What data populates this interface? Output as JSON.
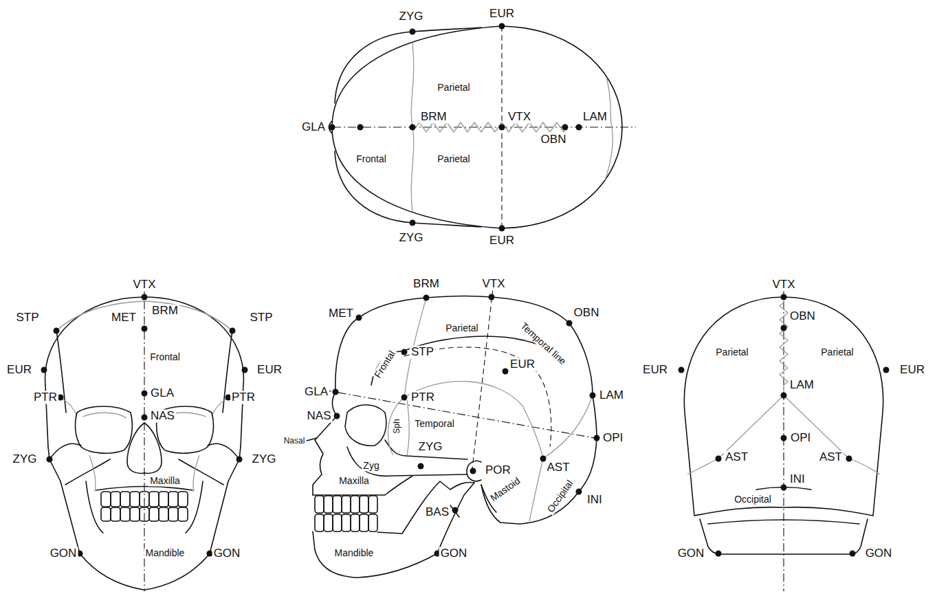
{
  "diagram": {
    "labels": [
      "ZYG",
      "EUR",
      "Parietal",
      "GLA",
      "BRM",
      "VTX",
      "LAM",
      "OBN",
      "Frontal",
      "Parietal",
      "ZYG",
      "EUR",
      "VTX",
      "MET",
      "BRM",
      "STP",
      "STP",
      "EUR",
      "Frontal",
      "EUR",
      "PTR",
      "GLA",
      "PTR",
      "NAS",
      "ZYG",
      "ZYG",
      "Maxilla",
      "GON",
      "Mandible",
      "GON",
      "BRM",
      "VTX",
      "MET",
      "OBN",
      "Parietal",
      "Frontal",
      "STP",
      "Temporal line",
      "EUR",
      "GLA",
      "PTR",
      "LAM",
      "NAS",
      "Temporal",
      "Sph",
      "OPI",
      "Nasal",
      "ZYG",
      "AST",
      "Zyg",
      "POR",
      "Mastoid",
      "Occipital",
      "Maxilla",
      "INI",
      "BAS",
      "Mandible",
      "GON",
      "VTX",
      "OBN",
      "EUR",
      "Parietal",
      "Parietal",
      "EUR",
      "LAM",
      "OPI",
      "AST",
      "AST",
      "INI",
      "Occipital",
      "GON",
      "GON"
    ]
  }
}
